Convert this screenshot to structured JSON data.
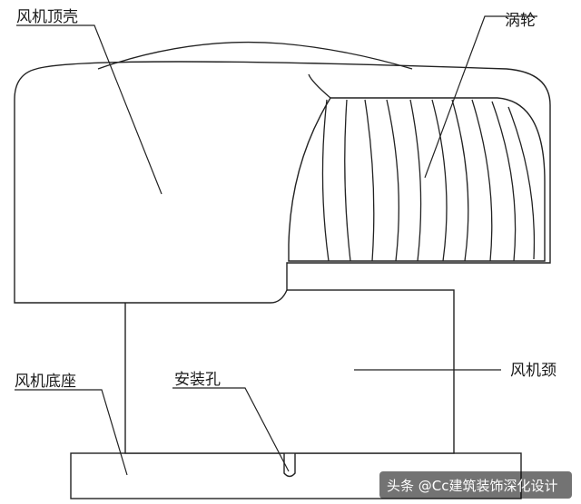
{
  "labels": {
    "fan_top_shell": "风机顶壳",
    "turbine": "涡轮",
    "fan_neck": "风机颈",
    "fan_base": "风机底座",
    "mounting_hole": "安装孔"
  },
  "watermark": "头条 @Cc建筑装饰深化设计",
  "colors": {
    "line": "#222222",
    "background": "#ffffff",
    "watermark_bg": "#000000"
  }
}
